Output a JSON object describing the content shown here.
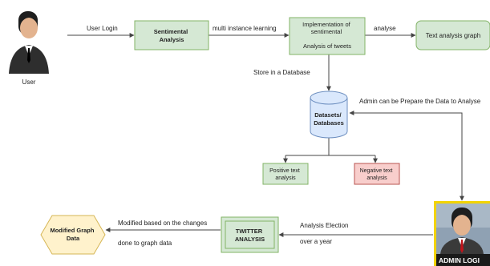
{
  "diagram": {
    "user": {
      "label": "User"
    },
    "admin": {
      "label": "ADMIN LOGI"
    },
    "nodes": {
      "sentiment": {
        "lines": [
          "Sentimental",
          "Analysis"
        ]
      },
      "implementation": {
        "lines": [
          "Implementation of",
          "sentimental",
          "",
          "Analysis of tweets"
        ]
      },
      "text_graph": {
        "lines": [
          "Text analysis graph"
        ]
      },
      "database": {
        "lines": [
          "Datasets/",
          "Databases"
        ]
      },
      "positive": {
        "lines": [
          "Positive text",
          "analysis"
        ]
      },
      "negative": {
        "lines": [
          "Negative text",
          "analysis"
        ]
      },
      "twitter": {
        "lines": [
          "TWITTER",
          "ANALYSIS"
        ]
      },
      "modified": {
        "lines": [
          "Modified Graph",
          "Data"
        ]
      }
    },
    "edges": {
      "user_login": "User Login",
      "multi_instance": "multi instance learning",
      "analyse": "analyse",
      "store_db": "Store in a Database",
      "admin_prepare": "Admin can be Prepare the Data to Analyse",
      "analysis_election": "Analysis Election",
      "over_year": "over a year",
      "modified_based": "Modified based on the changes",
      "done_graph": "done to graph data"
    },
    "colors": {
      "green_fill": "#d5e8d4",
      "green_stroke": "#82b366",
      "red_fill": "#f8cecc",
      "red_stroke": "#b85450",
      "blue_fill": "#dae8fc",
      "blue_stroke": "#6c8ebf",
      "yellow_fill": "#fff2cc",
      "yellow_stroke": "#d6b656",
      "admin_border": "#f2d300",
      "line": "#444444"
    }
  }
}
